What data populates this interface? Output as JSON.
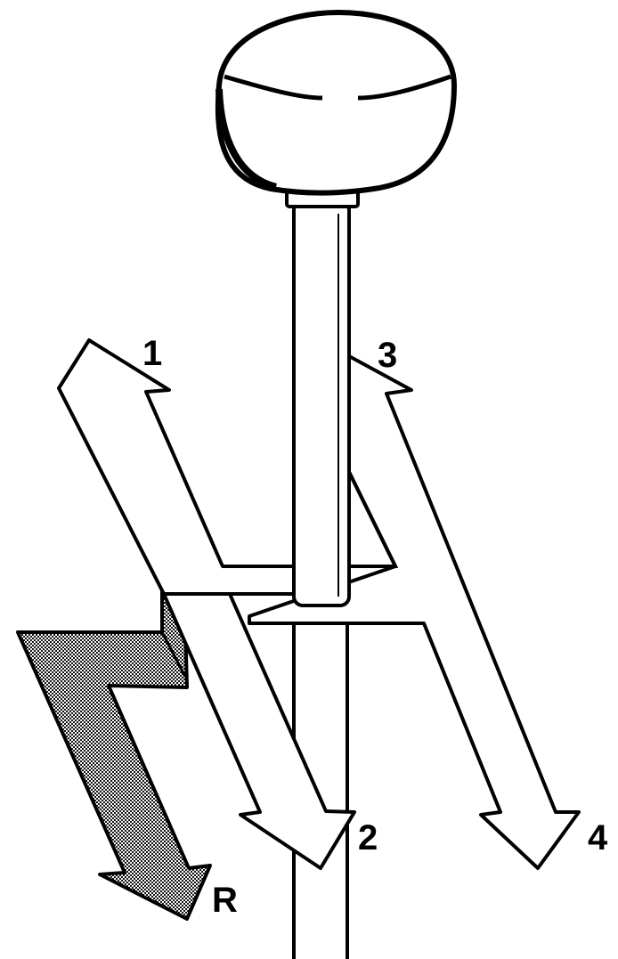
{
  "diagram": {
    "gear_labels": {
      "first": "1",
      "second": "2",
      "third": "3",
      "fourth": "4",
      "reverse": "R"
    },
    "colors": {
      "stroke": "#000000",
      "background": "#ffffff",
      "reverse_fill": "#9a9a9a"
    }
  }
}
